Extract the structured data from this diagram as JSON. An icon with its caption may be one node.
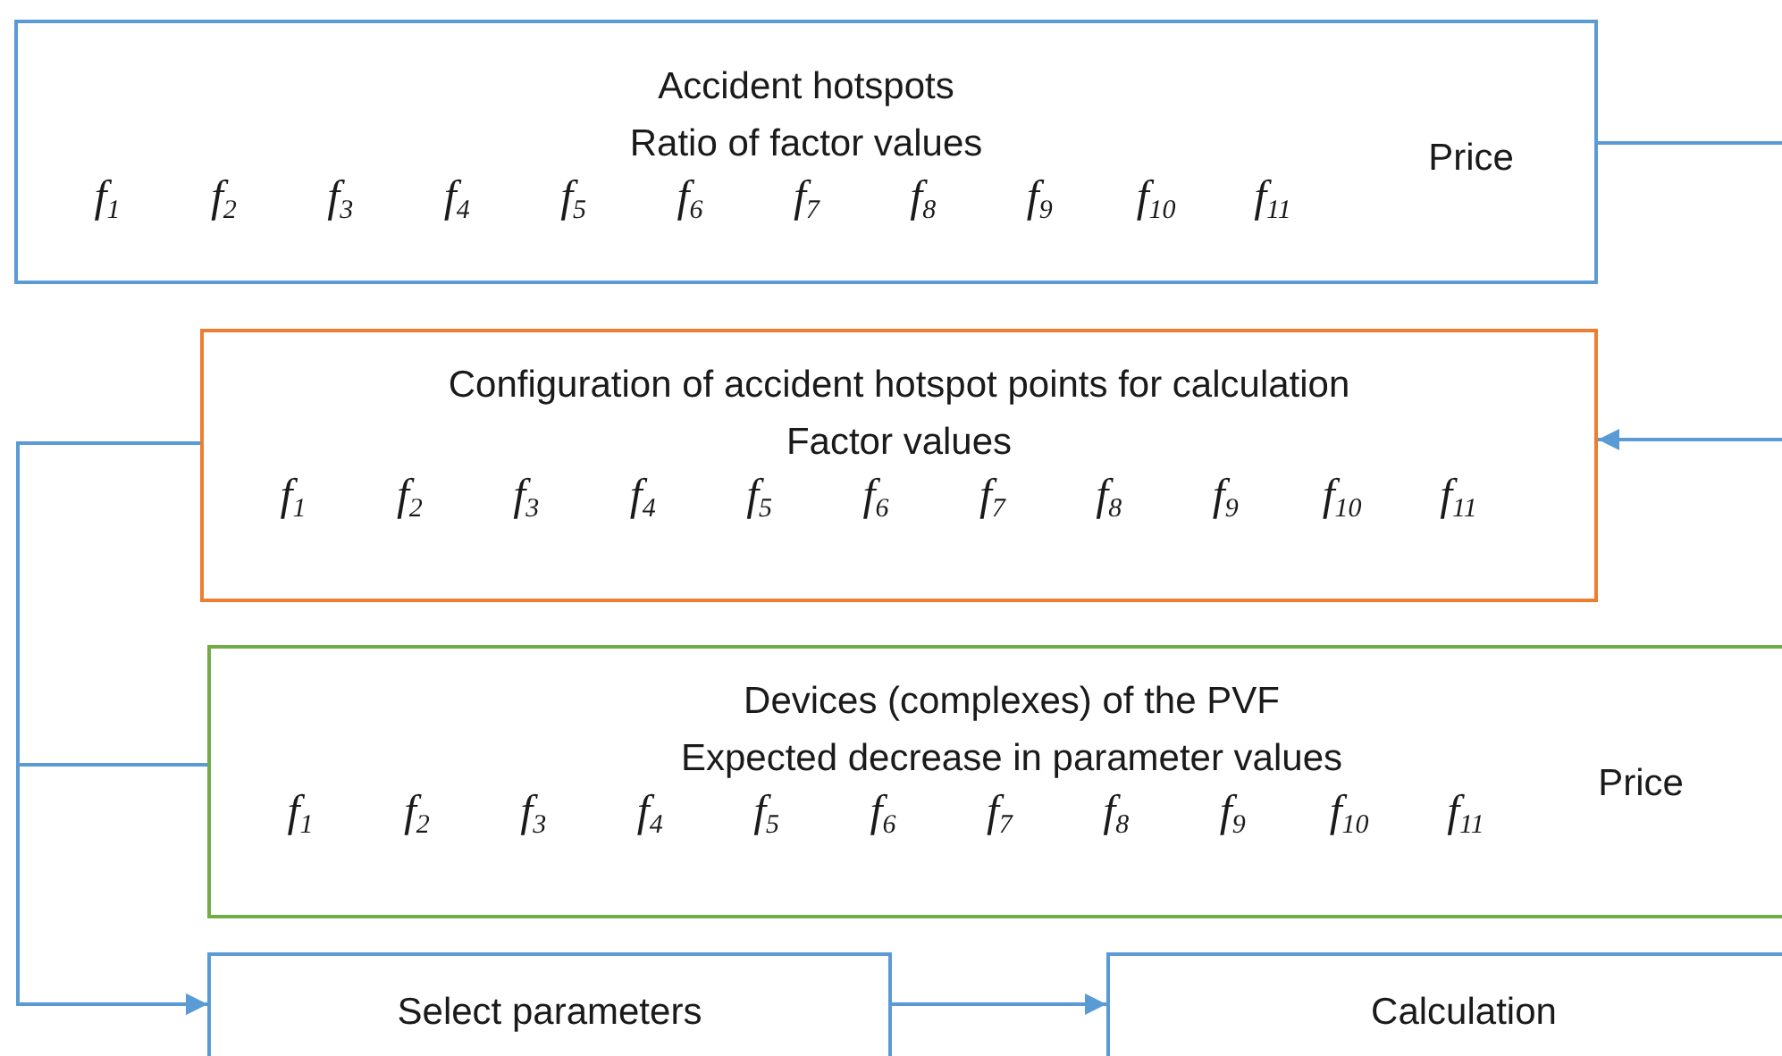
{
  "diagram": {
    "nodes": [
      {
        "text": [
          "Accident hotspots",
          "Ratio of factor values",
          "f$_{1}$",
          "f$_{2}$",
          "f$_{3}$",
          "f$_{4}$",
          "f$_{5}$",
          "f$_{6}$",
          "f$_{7}$",
          "f$_{8}$",
          "f$_{9}$",
          "f$_{10}$",
          "f$_{11}$",
          "Price"
        ]
      },
      {
        "text": [
          "Configuration of accident hotspot points for calculation",
          "Factor values",
          "f$_{1}$",
          "f$_{2}$",
          "f$_{3}$",
          "f$_{4}$",
          "f$_{5}$",
          "f$_{6}$",
          "f$_{7}$",
          "f$_{8}$",
          "f$_{9}$",
          "f$_{10}$",
          "f$_{11}$"
        ]
      },
      {
        "text": [
          "Devices (complexes) of the PVF",
          "Expected decrease in parameter values",
          "f$_{1}$",
          "f$_{2}$",
          "f$_{3}$",
          "f$_{4}$",
          "f$_{5}$",
          "f$_{6}$",
          "f$_{7}$",
          "f$_{8}$",
          "f$_{9}$",
          "f$_{10}$",
          "f$_{11}$",
          "Price"
        ]
      },
      {
        "text": [
          "Select parameters"
        ]
      },
      {
        "text": [
          "Calculation"
        ]
      }
    ],
    "edges": [
      {
        "from": 0,
        "to": null,
        "arrow": "none"
      },
      {
        "from": null,
        "to": 1,
        "arrow": "to"
      },
      {
        "from": 1,
        "to": 3,
        "arrow": "to"
      },
      {
        "from": 2,
        "to": 3,
        "arrow": "to"
      },
      {
        "from": 3,
        "to": 4,
        "arrow": "to"
      }
    ]
  }
}
